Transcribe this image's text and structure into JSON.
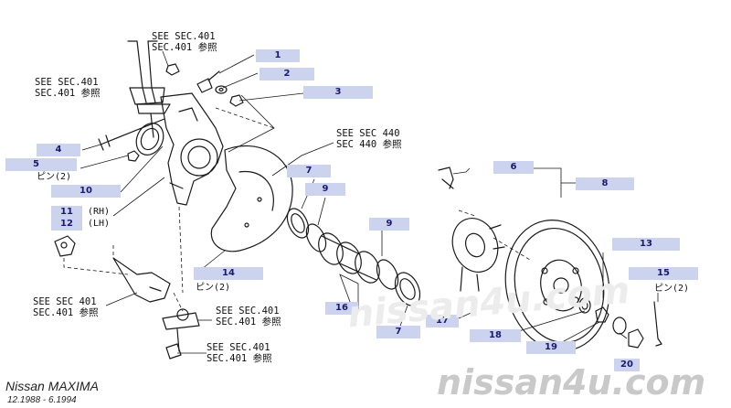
{
  "labels": [
    {
      "num": "1"
    },
    {
      "num": "2"
    },
    {
      "num": "3"
    },
    {
      "num": "4"
    },
    {
      "num": "5"
    },
    {
      "num": "6"
    },
    {
      "num": "7"
    },
    {
      "num": "8"
    },
    {
      "num": "9"
    },
    {
      "num": "10"
    },
    {
      "num": "11"
    },
    {
      "num": "12"
    },
    {
      "num": "13"
    },
    {
      "num": "14"
    },
    {
      "num": "15"
    },
    {
      "num": "16"
    },
    {
      "num": "7"
    },
    {
      "num": "9"
    },
    {
      "num": "17"
    },
    {
      "num": "18"
    },
    {
      "num": "19"
    },
    {
      "num": "20"
    }
  ],
  "sublabels": {
    "pin5": "ピン(2)",
    "rh11": "(RH)",
    "lh12": "(LH)",
    "pin14": "ピン(2)",
    "pin15": "ピン(2)"
  },
  "references": {
    "sec401_top": {
      "line1": "SEE SEC.401",
      "line2": "SEC.401 参照"
    },
    "sec401_left": {
      "line1": "SEE SEC.401",
      "line2": "SEC.401 参照"
    },
    "sec440": {
      "line1": "SEE SEC 440",
      "line2": "SEC 440 参照"
    },
    "sec401_lowerleft": {
      "line1": "SEE SEC 401",
      "line2": "SEC.401 参照"
    },
    "sec401_mid": {
      "line1": "SEE SEC.401",
      "line2": "SEC.401 参照"
    },
    "sec401_bottom": {
      "line1": "SEE SEC.401",
      "line2": "SEC.401 参照"
    }
  },
  "footer": {
    "model": "Nissan  MAXIMA",
    "dates": "12.1988  -  6.1994"
  },
  "watermarks": {
    "big": "nissan4u.com",
    "faint": "nissan4u.com"
  },
  "colors": {
    "label_bg": "#ccd3ee",
    "label_text": "#1a1a6e",
    "line": "#1a1a1a"
  }
}
